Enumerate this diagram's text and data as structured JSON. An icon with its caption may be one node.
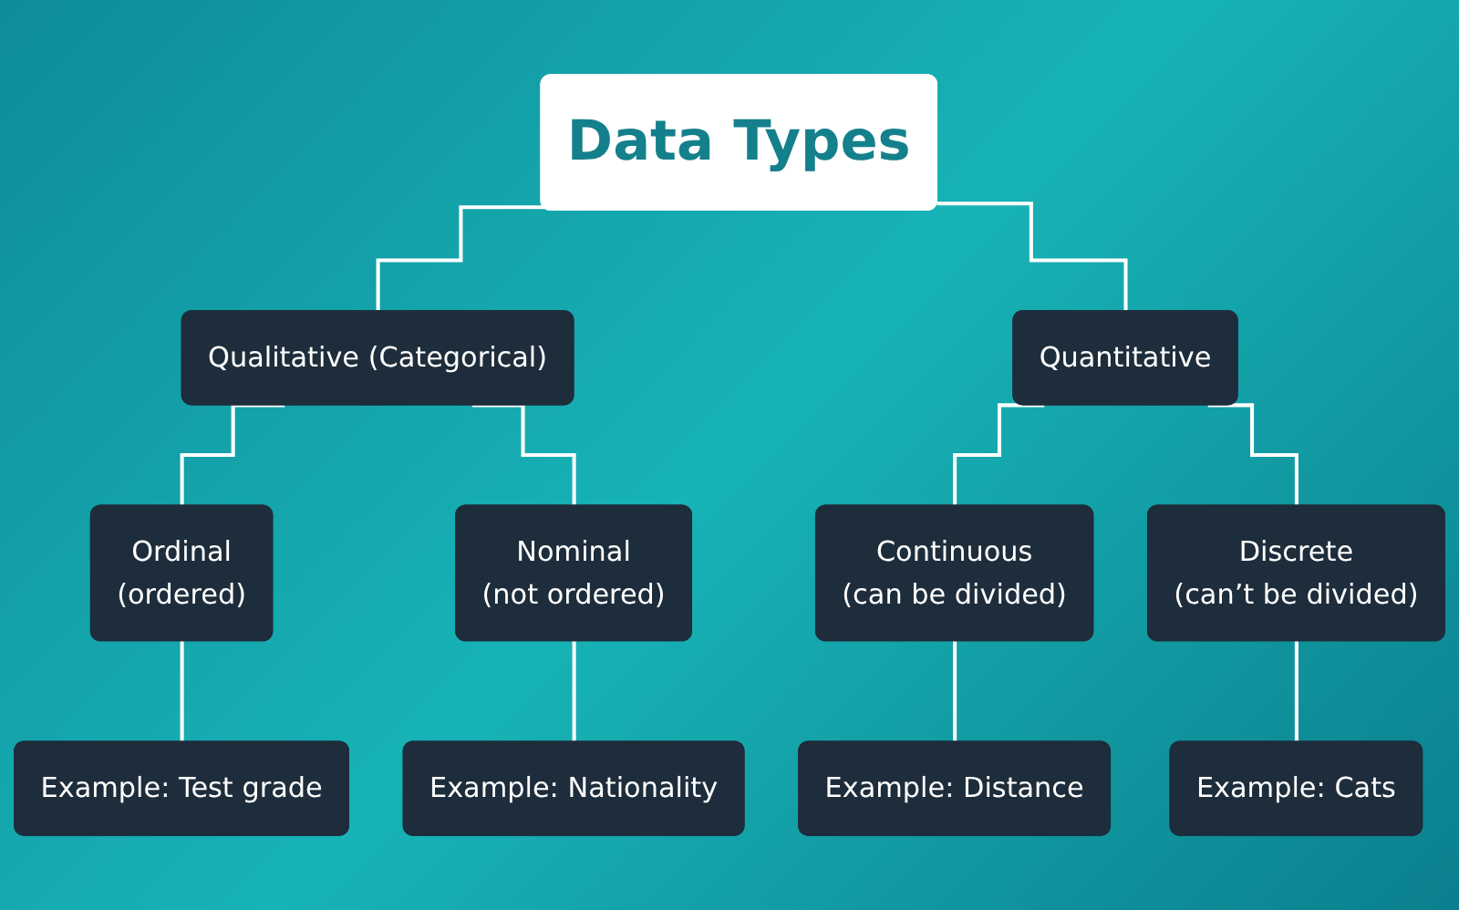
{
  "diagram": {
    "nodes": [
      {
        "text": [
          "Data Types"
        ]
      },
      {
        "text": [
          "Qualitative (Categorical)"
        ]
      },
      {
        "text": [
          "Quantitative"
        ]
      },
      {
        "text": [
          "Ordinal",
          "(ordered)"
        ]
      },
      {
        "text": [
          "Nominal",
          "(not ordered)"
        ]
      },
      {
        "text": [
          "Continuous",
          "(can be divided)"
        ]
      },
      {
        "text": [
          "Discrete",
          "(can’t be divided)"
        ]
      },
      {
        "text": [
          "Example: Test grade"
        ]
      },
      {
        "text": [
          "Example: Nationality"
        ]
      },
      {
        "text": [
          "Example: Distance"
        ]
      },
      {
        "text": [
          "Example: Cats"
        ]
      }
    ],
    "edges": [
      {
        "from": 0,
        "to": 1,
        "arrow": "none"
      },
      {
        "from": 0,
        "to": 2,
        "arrow": "none"
      },
      {
        "from": 1,
        "to": 3,
        "arrow": "none"
      },
      {
        "from": 1,
        "to": 4,
        "arrow": "none"
      },
      {
        "from": 2,
        "to": 5,
        "arrow": "none"
      },
      {
        "from": 2,
        "to": 6,
        "arrow": "none"
      },
      {
        "from": 3,
        "to": 7,
        "arrow": "none"
      },
      {
        "from": 4,
        "to": 8,
        "arrow": "none"
      },
      {
        "from": 5,
        "to": 9,
        "arrow": "none"
      },
      {
        "from": 6,
        "to": 10,
        "arrow": "none"
      }
    ]
  }
}
